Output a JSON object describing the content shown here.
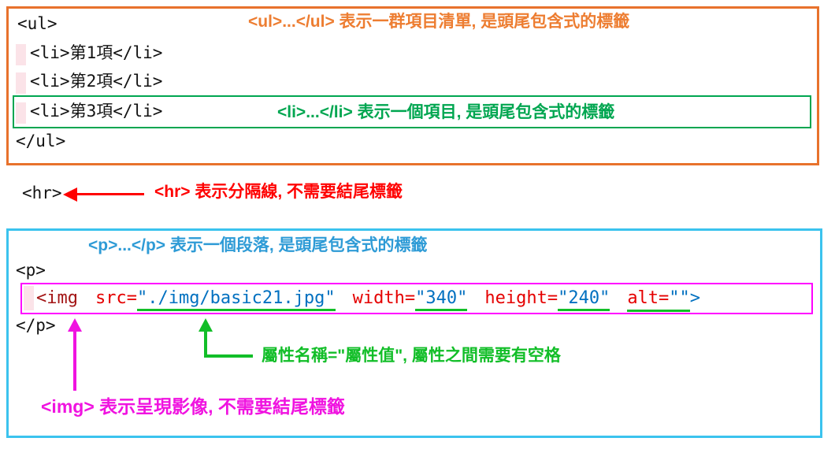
{
  "colors": {
    "orange": "#ED7D31",
    "green": "#00A650",
    "underline_green": "#12BE28",
    "red": "#FF0000",
    "cyan_border": "#3BC3EE",
    "blue": "#2E9BD6",
    "magenta": "#F013E0",
    "code_black": "#121212",
    "attr_name_red": "#E50000",
    "attr_value_blue": "#0070C0",
    "tag_maroon": "#A31515"
  },
  "ul_section": {
    "annotation": "<ul>...</ul> 表示一群項目清單, 是頭尾包含式的標籤",
    "code": {
      "ul_open": "<ul>",
      "li1": "<li>第1項</li>",
      "li2": "<li>第2項</li>",
      "li3": "<li>第3項</li>",
      "ul_close": "</ul>"
    },
    "li_annotation": "<li>...</li> 表示一個項目, 是頭尾包含式的標籤"
  },
  "hr_section": {
    "code": "<hr>",
    "annotation": "<hr> 表示分隔線, 不需要結尾標籤"
  },
  "p_section": {
    "annotation": "<p>...</p> 表示一個段落, 是頭尾包含式的標籤",
    "p_open": "<p>",
    "p_close": "</p>",
    "img_tag": {
      "open": "<img",
      "attrs": [
        {
          "name": "src=",
          "value": "\"./img/basic21.jpg\""
        },
        {
          "name": "width=",
          "value": "\"340\""
        },
        {
          "name": "height=",
          "value": "\"240\""
        },
        {
          "name": "alt=",
          "value": "\"\""
        }
      ],
      "close": ">"
    },
    "attr_annotation": "屬性名稱=\"屬性值\", 屬性之間需要有空格",
    "img_annotation": "<img> 表示呈現影像, 不需要結尾標籤"
  }
}
